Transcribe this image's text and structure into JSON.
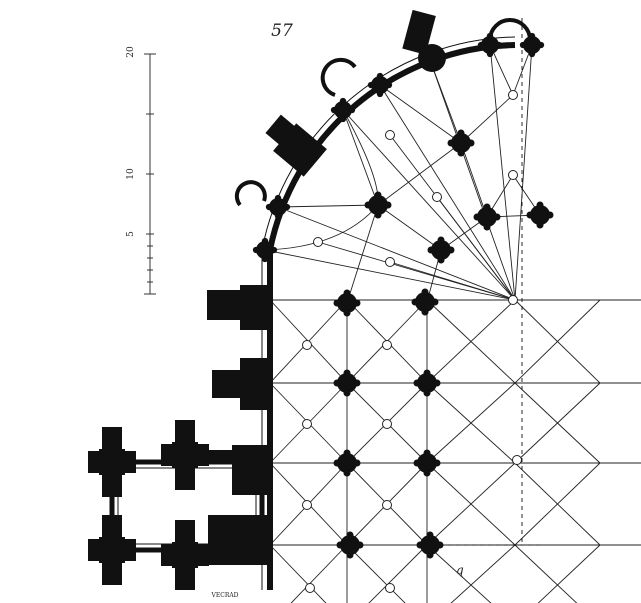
{
  "page_number": "57",
  "scale_bar": {
    "labels": [
      "20",
      "10",
      "5"
    ]
  },
  "engraver_credit": "VECRAD",
  "section_mark": "q",
  "colors": {
    "ink": "#1a1a1a",
    "paper": "#ffffff"
  }
}
